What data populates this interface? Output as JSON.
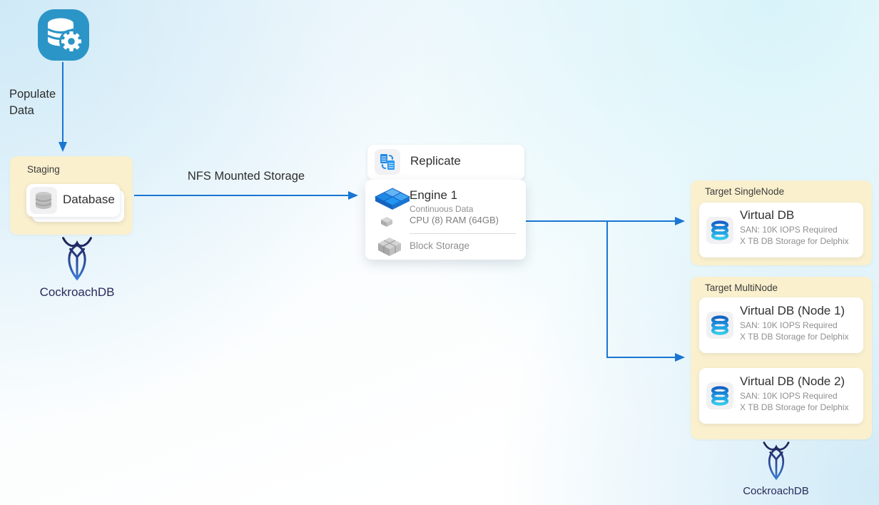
{
  "colors": {
    "arrow": "#1976D2",
    "group_box": "#FAF0CE",
    "card": "#FFFFFF",
    "icon_tile": "#F1F1F3",
    "source_icon_blue": "#2C95C7",
    "engine_blue": "#2196F3",
    "cockroach_navy": "#2A2A5C",
    "text_dark": "#2D2D2D",
    "text_gray": "#8F8F8F"
  },
  "flow": {
    "populate_label": "Populate Data",
    "nfs_label": "NFS Mounted Storage"
  },
  "staging": {
    "title": "Staging",
    "database_label": "Database",
    "logo_label": "CockroachDB"
  },
  "engine": {
    "replicate_label": "Replicate",
    "name": "Engine 1",
    "detail1": "Continuous Data",
    "detail2": "CPU (8) RAM (64GB)",
    "block_storage_label": "Block Storage"
  },
  "targets": {
    "single": {
      "title": "Target SingleNode",
      "cards": [
        {
          "title": "Virtual DB",
          "line1": "SAN: 10K IOPS Required",
          "line2": "X TB DB Storage for Delphix"
        }
      ]
    },
    "multi": {
      "title": "Target MultiNode",
      "cards": [
        {
          "title": "Virtual DB (Node 1)",
          "line1": "SAN: 10K IOPS Required",
          "line2": "X TB DB Storage for Delphix"
        },
        {
          "title": "Virtual DB (Node 2)",
          "line1": "SAN: 10K IOPS Required",
          "line2": "X TB DB Storage for Delphix"
        }
      ]
    },
    "logo_label": "CockroachDB"
  },
  "icons": {
    "source": "database-gear-icon",
    "staging_card": "database-icon",
    "replicate": "replicate-sync-icon",
    "engine": "engine-blocks-icon",
    "block_storage": "block-storage-cubes-icon",
    "virtual_db": "virtual-db-rings-icon",
    "logo": "cockroachdb-logo"
  }
}
